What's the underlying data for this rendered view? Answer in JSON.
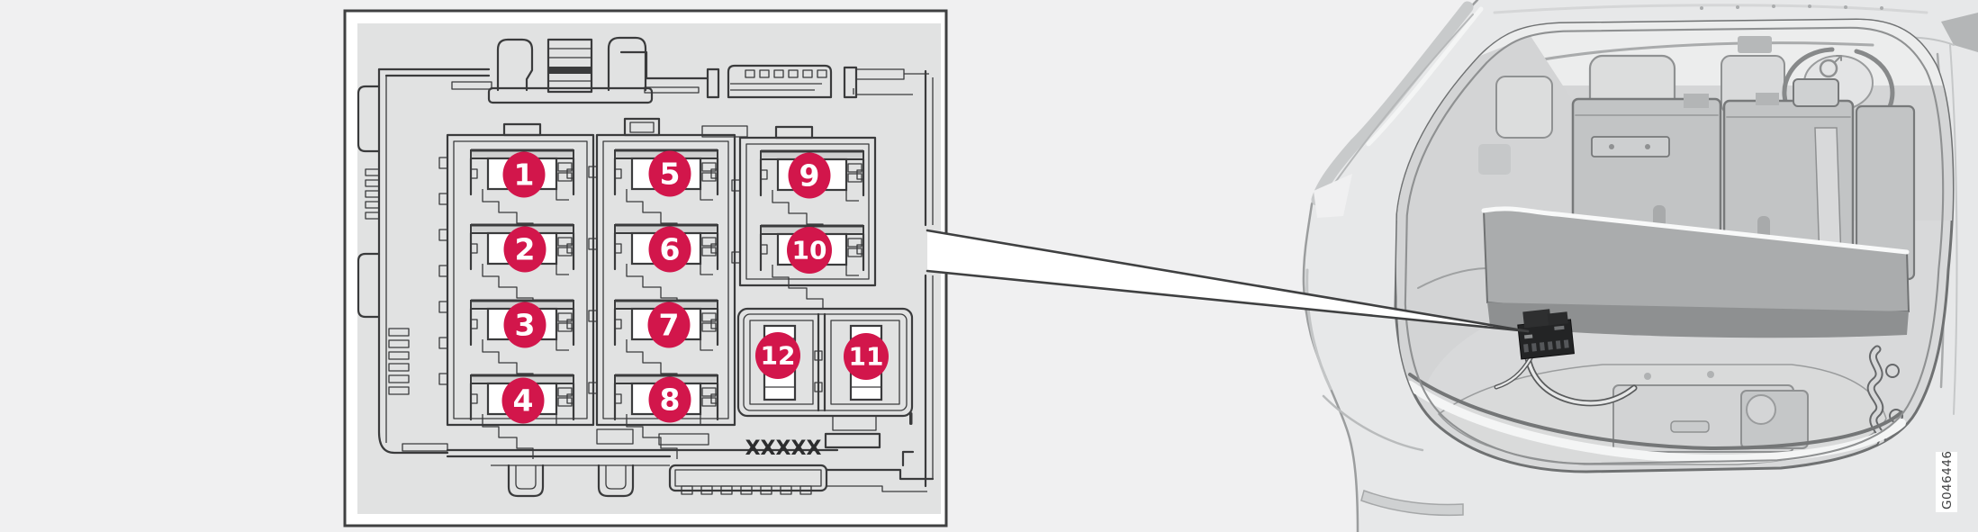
{
  "figure": {
    "type": "fuse-box-location-diagram",
    "part_label": "XXXXX",
    "figure_code": "G046446",
    "callouts": [
      "1",
      "2",
      "3",
      "4",
      "5",
      "6",
      "7",
      "8",
      "9",
      "10",
      "11",
      "12"
    ],
    "colors": {
      "callout_red": "#d2164b",
      "line_dark": "#3a3b3c",
      "panel_fill": "#e1e2e2",
      "page_bg": "#f0f0f1",
      "paper_white": "#ffffff"
    }
  }
}
